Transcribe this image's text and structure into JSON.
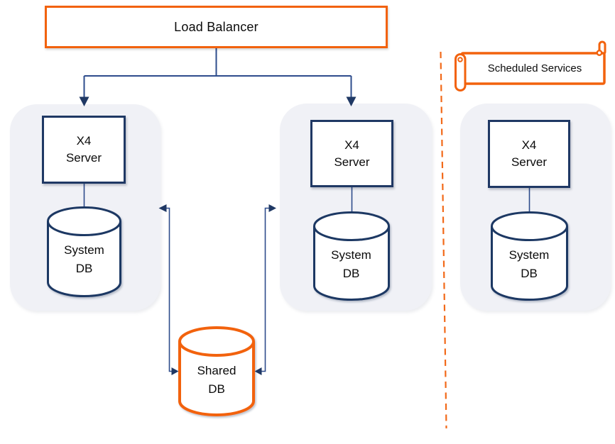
{
  "colors": {
    "accent_orange": "#F2620D",
    "navy": "#1F3864",
    "connector_blue": "#2E4C8C",
    "cluster_fill": "#F0F1F6",
    "text": "#000000"
  },
  "load_balancer": {
    "label": "Load Balancer"
  },
  "scheduled_services": {
    "label": "Scheduled Services"
  },
  "clusters": [
    {
      "server_label": "X4 Server",
      "db_label": "System DB"
    },
    {
      "server_label": "X4 Server",
      "db_label": "System DB"
    },
    {
      "server_label": "X4 Server",
      "db_label": "System DB"
    }
  ],
  "shared_db": {
    "label": "Shared DB"
  }
}
